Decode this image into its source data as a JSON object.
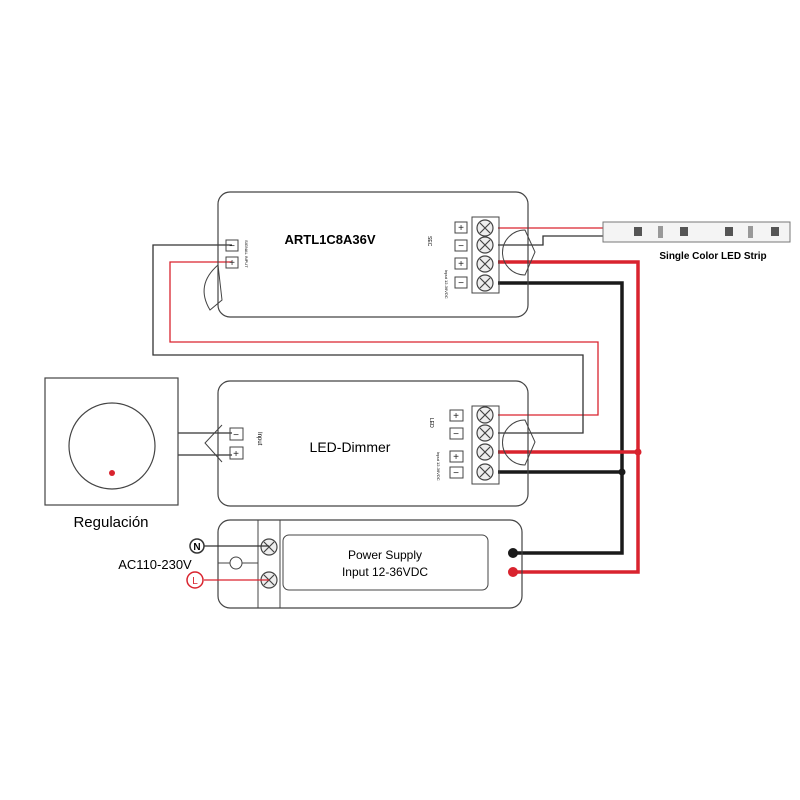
{
  "controller": {
    "title": "ARTL1C8A36V",
    "sec_label": "SEC",
    "input_label": "Input 12-36VDC",
    "signal_label": "SIGNAL INPUT"
  },
  "led_strip": {
    "label": "Single Color LED Strip"
  },
  "dimmer": {
    "title": "LED-Dimmer",
    "input_label": "Input",
    "led_label": "LED",
    "power_label": "Input 12-36VDC"
  },
  "knob": {
    "label": "Regulación"
  },
  "power_supply": {
    "line1": "Power Supply",
    "line2": "Input 12-36VDC",
    "ac_label": "AC110-230V",
    "n_symbol": "N",
    "l_symbol": "L"
  },
  "terminals": {
    "plus": "+",
    "minus": "−"
  },
  "colors": {
    "red": "#d9232e",
    "black": "#1a1a1a",
    "outline": "#444444"
  }
}
